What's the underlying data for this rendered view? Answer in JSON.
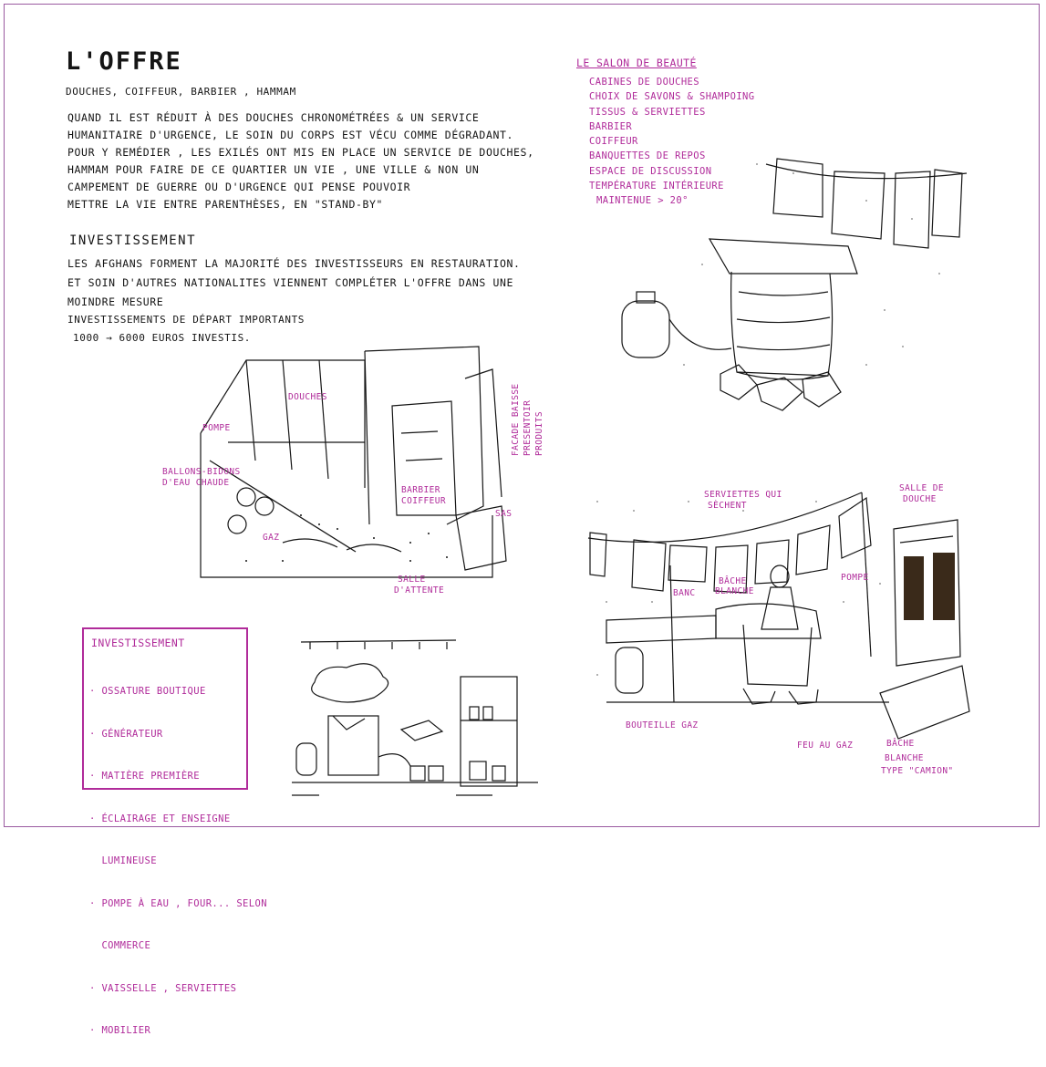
{
  "left": {
    "title": "L'OFFRE",
    "subtitle": "DOUCHES, COIFFEUR, BARBIER , HAMMAM",
    "paragraph": [
      "QUAND IL EST RÉDUIT À DES DOUCHES CHRONOMÉTRÉES & UN SERVICE",
      "HUMANITAIRE D'URGENCE, LE SOIN DU CORPS EST VÉCU COMME DÉGRADANT.",
      "POUR Y REMÉDIER , LES EXILÉS ONT MIS EN PLACE UN SERVICE DE DOUCHES,",
      "HAMMAM POUR FAIRE DE CE QUARTIER UN VIE , UNE VILLE & NON UN",
      "CAMPEMENT DE GUERRE OU D'URGENCE QUI PENSE POUVOIR",
      "METTRE LA VIE ENTRE PARENTHÈSES, EN \"STAND-BY\""
    ],
    "invest_title": "INVESTISSEMENT",
    "invest_lines": [
      "LES AFGHANS FORMENT LA MAJORITÉ DES INVESTISSEURS EN RESTAURATION.",
      "ET SOIN D'AUTRES NATIONALITES VIENNENT COMPLÉTER L'OFFRE DANS UNE",
      "MOINDRE MESURE"
    ],
    "start_line": "INVESTISSEMENTS DE DÉPART IMPORTANTS",
    "start_amount": "1000 → 6000 EUROS INVESTIS."
  },
  "salon": {
    "title": "LE SALON DE BEAUTÉ",
    "items": [
      "CABINES DE DOUCHES",
      "CHOIX DE SAVONS & SHAMPOING",
      "TISSUS & SERVIETTES",
      "BARBIER",
      "COIFFEUR",
      "BANQUETTES DE REPOS",
      "ESPACE DE DISCUSSION",
      "TEMPÉRATURE INTÉRIEURE",
      "MAINTENUE > 20°"
    ]
  },
  "plan_labels": {
    "douches": "DOUCHES",
    "pompe": "POMPE",
    "ballons": "BALLONS-BIDONS",
    "ballons2": "D'EAU CHAUDE",
    "gaz": "GAZ",
    "barbier": "BARBIER",
    "coiffeur": "COIFFEUR",
    "facade": "FACADE BAISSE",
    "facade2": "PRESENTOIR",
    "facade3": "PRODUITS",
    "sas": "SAS",
    "salle": "SALLE",
    "salle2": "D'ATTENTE"
  },
  "invest_box": {
    "title": "INVESTISSEMENT",
    "items": [
      "· OSSATURE BOUTIQUE",
      "· GÉNÉRATEUR",
      "· MATIÈRE PREMIÈRE",
      "· ÉCLAIRAGE ET ENSEIGNE",
      "  LUMINEUSE",
      "· POMPE À EAU , FOUR... SELON",
      "  COMMERCE",
      "· VAISSELLE , SERVIETTES",
      "· MOBILIER"
    ]
  },
  "scene_labels": {
    "serviettes": "SERVIETTES QUI",
    "serviettes2": "SÈCHENT",
    "salle_douche": "SALLE DE",
    "salle_douche2": "DOUCHE",
    "banc": "BANC",
    "bache": "BÂCHE",
    "bache2": "BLANCHE",
    "pompe": "POMPE",
    "bouteille": "BOUTEILLE GAZ",
    "feu": "FEU AU GAZ",
    "bache_b": "BÂCHE",
    "bache_b2": "BLANCHE",
    "bache_b3": "TYPE \"CAMION\""
  },
  "colors": {
    "accent": "#b02b9a",
    "ink": "#151515",
    "frame": "#9a5aa0"
  }
}
